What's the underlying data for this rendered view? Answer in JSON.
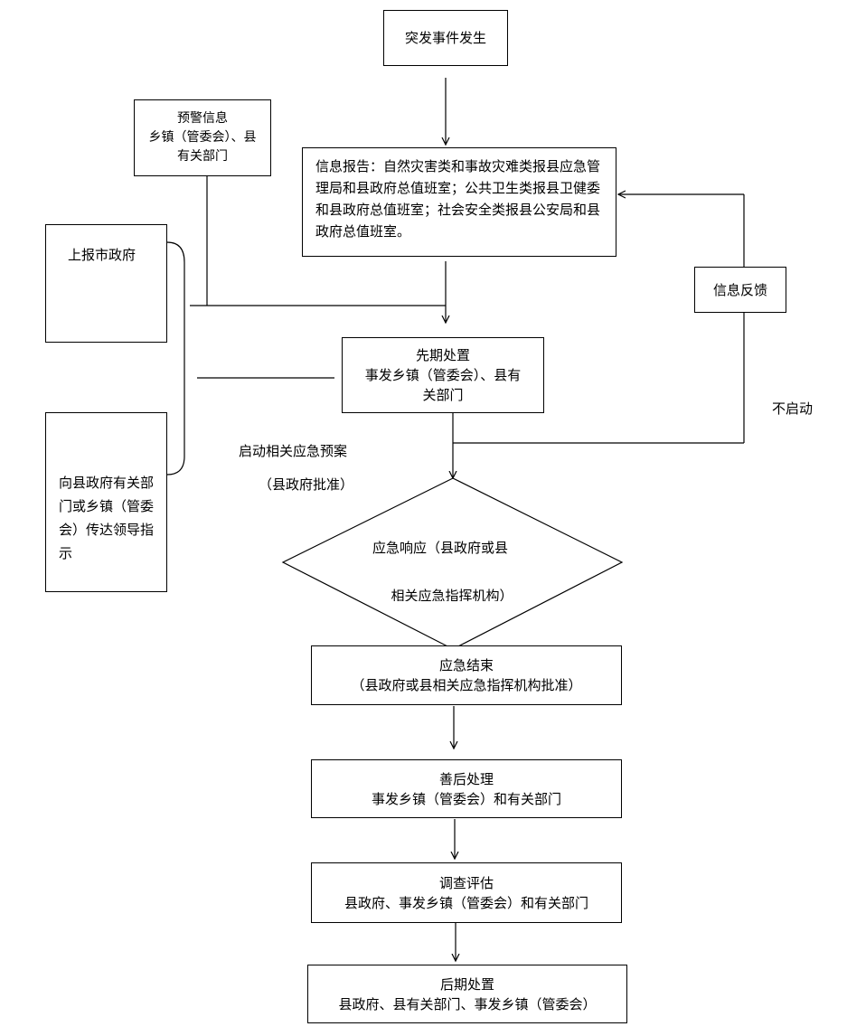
{
  "nodes": {
    "incident": "突发事件发生",
    "warning": [
      "预警信息",
      "乡镇（管委会）、县",
      "有关部门"
    ],
    "report": "信息报告：自然灾害类和事故灾难类报县应急管理局和县政府总值班室；公共卫生类报县卫健委和县政府总值班室；社会安全类报县公安局和县政府总值班室。",
    "city_report": "上报市政府",
    "transmit": "向县政府有关部门或乡镇（管委会）传达领导指示",
    "feedback": "信息反馈",
    "initial": [
      "先期处置",
      "事发乡镇（管委会）、县有",
      "关部门"
    ],
    "response": [
      "应急响应（县政府或县",
      "相关应急指挥机构）"
    ],
    "end": [
      "应急结束",
      "（县政府或县相关应急指挥机构批准）"
    ],
    "aftermath": [
      "善后处理",
      "事发乡镇（管委会）和有关部门"
    ],
    "assessment": [
      "调查评估",
      "县政府、事发乡镇（管委会）和有关部门"
    ],
    "later": [
      "后期处置",
      "县政府、县有关部门、事发乡镇（管委会）"
    ]
  },
  "labels": {
    "no_start": "不启动",
    "start_plan": "启动相关应急预案",
    "approval": "（县政府批准）"
  }
}
